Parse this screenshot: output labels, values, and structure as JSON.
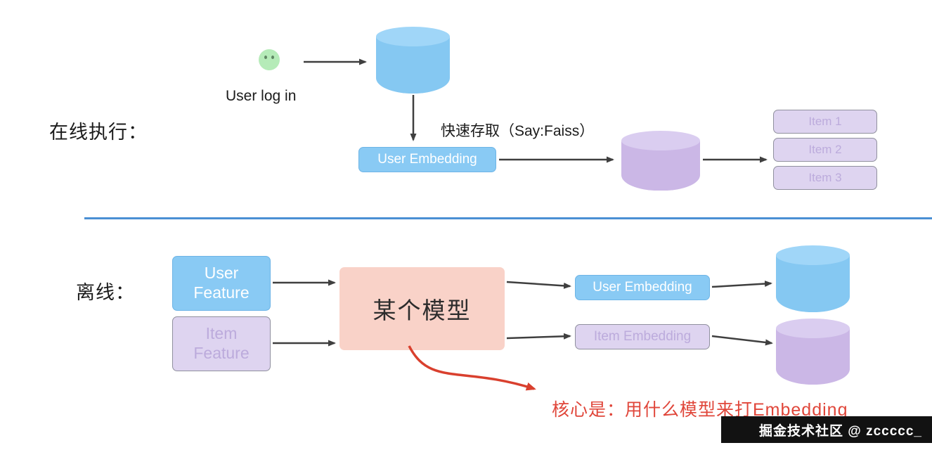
{
  "colors": {
    "blue": "#85c8f2",
    "purple": "#cbb7e6",
    "lavender": "#ded4f0",
    "pink": "#f9d2c8",
    "red": "#e0463a",
    "divider_blue": "#4a8fd4",
    "arrow": "#3f3f3f"
  },
  "online": {
    "section_label": "在线执行：",
    "user_login_label": "User log in",
    "user_embedding_label": "User Embedding",
    "fast_access_label": "快速存取（Say:Faiss）",
    "items": [
      {
        "label": "Item 1"
      },
      {
        "label": "Item 2"
      },
      {
        "label": "Item 3"
      }
    ]
  },
  "offline": {
    "section_label": "离线：",
    "user_feature_label": "User Feature",
    "item_feature_label": "Item Feature",
    "model_label": "某个模型",
    "user_embedding_label": "User Embedding",
    "item_embedding_label": "Item Embedding"
  },
  "annotation": {
    "core_note": "核心是：用什么模型来打Embedding"
  },
  "watermark": {
    "text": "掘金技术社区 @ zccccc_"
  }
}
